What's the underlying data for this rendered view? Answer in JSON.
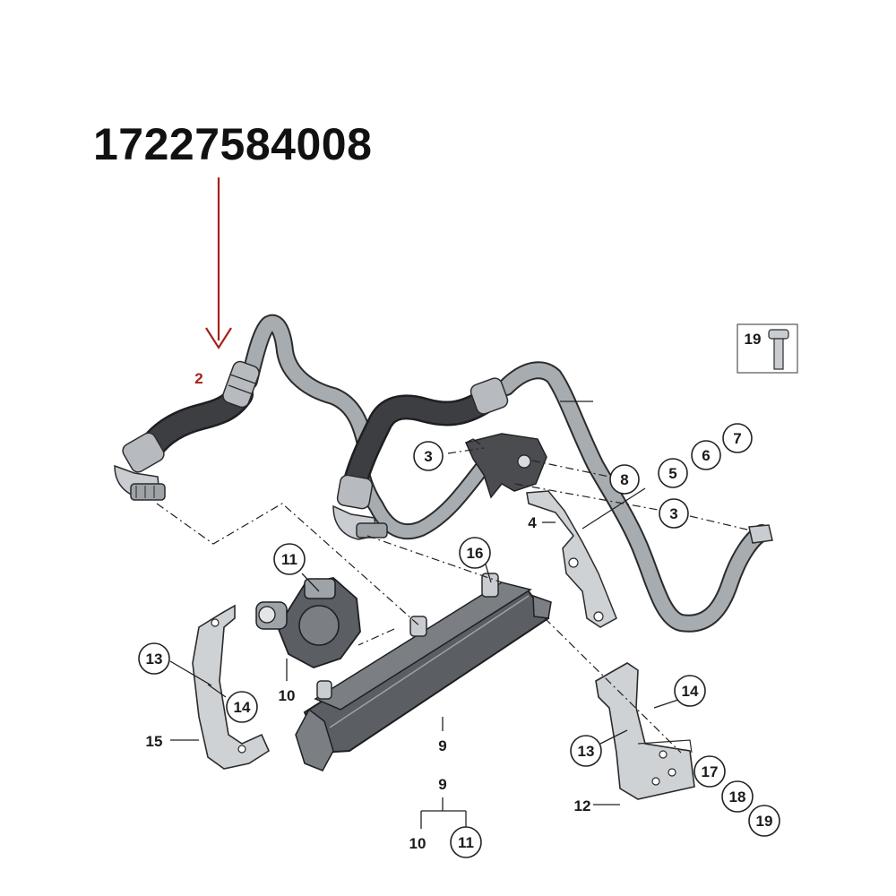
{
  "part_number": "17227584008",
  "highlight_callout": "2",
  "colors": {
    "highlight": "#a8201a",
    "hose_dark": "#3c3e42",
    "tube_light": "#a7acb1",
    "metal": "#c9ccd0",
    "outline": "#2b2b2b"
  },
  "callouts": {
    "c19_box": "19",
    "c3a": "3",
    "c8": "8",
    "c5": "5",
    "c6": "6",
    "c7": "7",
    "c4": "4",
    "c3b": "3",
    "c11": "11",
    "c16": "16",
    "c13a": "13",
    "c14a": "14",
    "c15": "15",
    "c10": "10",
    "c9": "9",
    "c14b": "14",
    "c13b": "13",
    "c17": "17",
    "c12": "12",
    "c18": "18",
    "c19": "19",
    "c9_tree": "9",
    "c10_tree": "10",
    "c11_tree": "11"
  }
}
